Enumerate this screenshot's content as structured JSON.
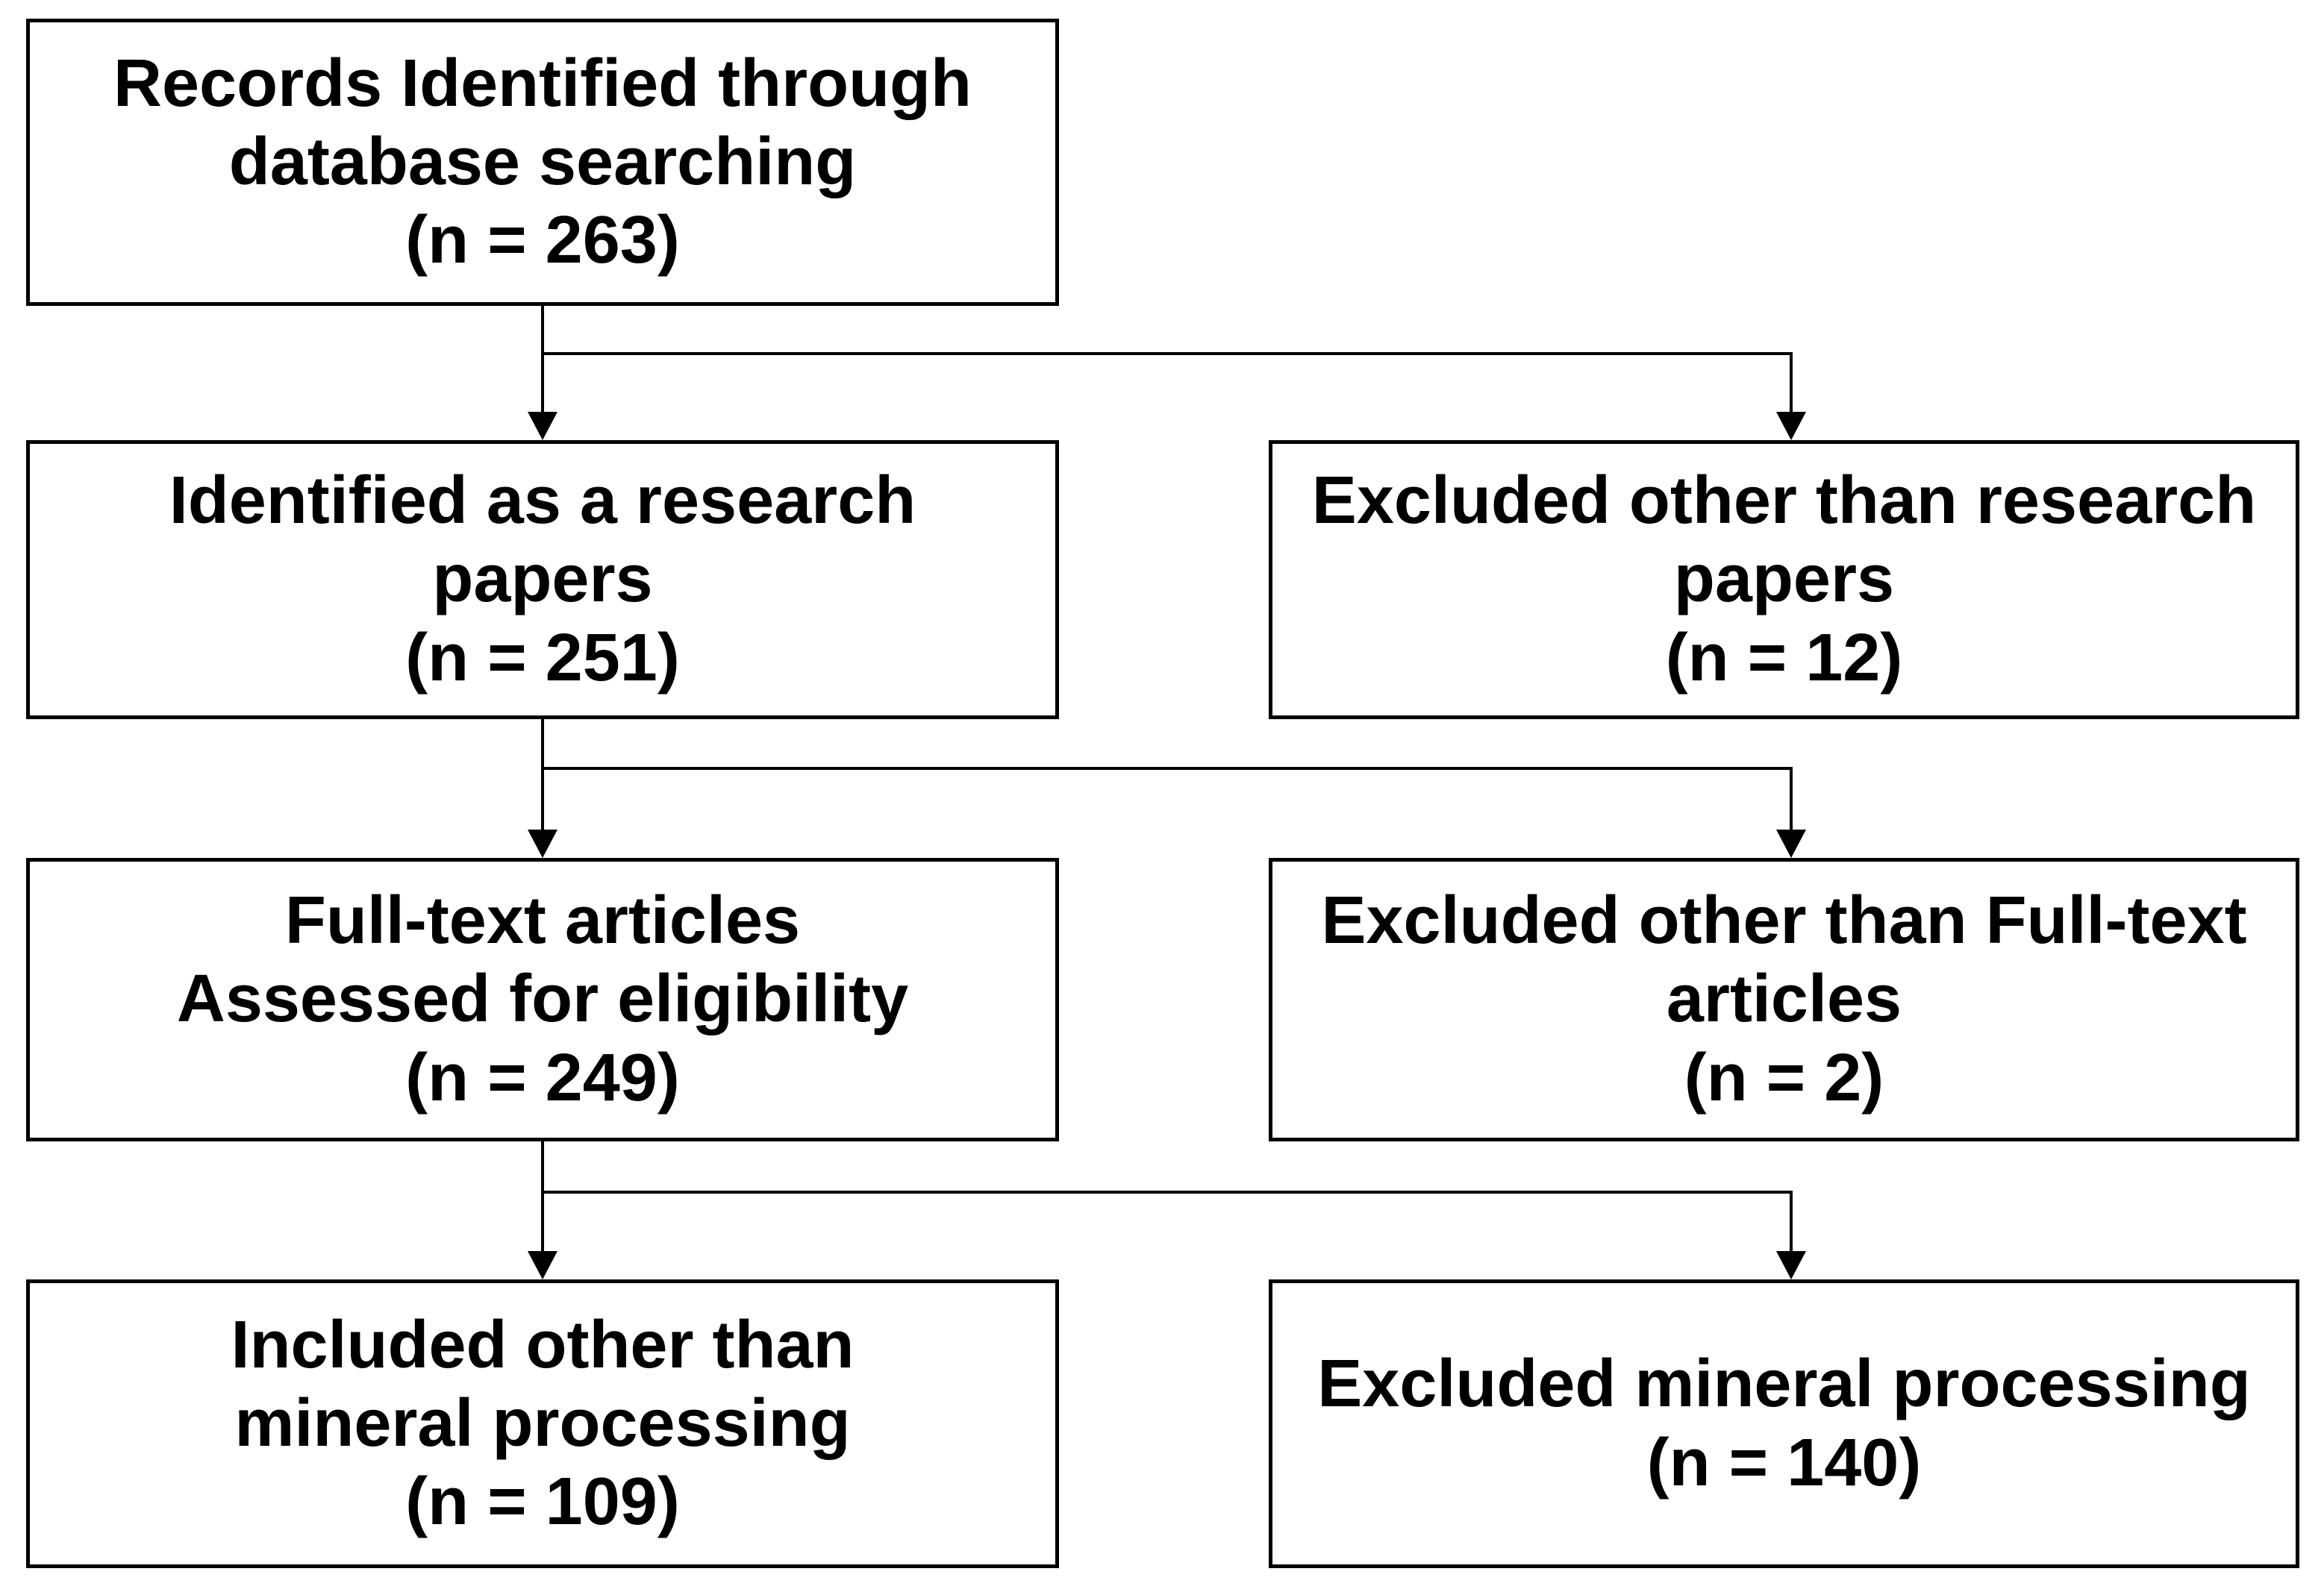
{
  "diagram": {
    "type": "prisma-flowchart",
    "colors": {
      "background": "#ffffff",
      "box_fill": "#ffffff",
      "box_border": "#000000",
      "text": "#000000",
      "connector": "#000000"
    },
    "boxes": [
      {
        "id": "records-identified",
        "lines": [
          "Records Identified through",
          "database searching",
          "(n = 263)"
        ],
        "n": 263
      },
      {
        "id": "identified-research-papers",
        "lines": [
          "Identified as a research",
          "papers",
          "(n = 251)"
        ],
        "n": 251
      },
      {
        "id": "excluded-non-research-papers",
        "lines": [
          "Excluded other than research",
          "papers",
          "(n = 12)"
        ],
        "n": 12
      },
      {
        "id": "fulltext-assessed",
        "lines": [
          "Full-text articles",
          "Assessed for eligibility",
          "(n = 249)"
        ],
        "n": 249
      },
      {
        "id": "excluded-non-fulltext",
        "lines": [
          "Excluded other than Full-text",
          "articles",
          "(n = 2)"
        ],
        "n": 2
      },
      {
        "id": "included-non-mineral-processing",
        "lines": [
          "Included other than",
          "mineral processing",
          "(n = 109)"
        ],
        "n": 109
      },
      {
        "id": "excluded-mineral-processing",
        "lines": [
          "Excluded mineral processing",
          "(n = 140)"
        ],
        "n": 140
      }
    ],
    "edges": [
      {
        "from": "records-identified",
        "to": "identified-research-papers"
      },
      {
        "from": "records-identified",
        "to": "excluded-non-research-papers"
      },
      {
        "from": "identified-research-papers",
        "to": "fulltext-assessed"
      },
      {
        "from": "identified-research-papers",
        "to": "excluded-non-fulltext"
      },
      {
        "from": "fulltext-assessed",
        "to": "included-non-mineral-processing"
      },
      {
        "from": "fulltext-assessed",
        "to": "excluded-mineral-processing"
      }
    ]
  }
}
